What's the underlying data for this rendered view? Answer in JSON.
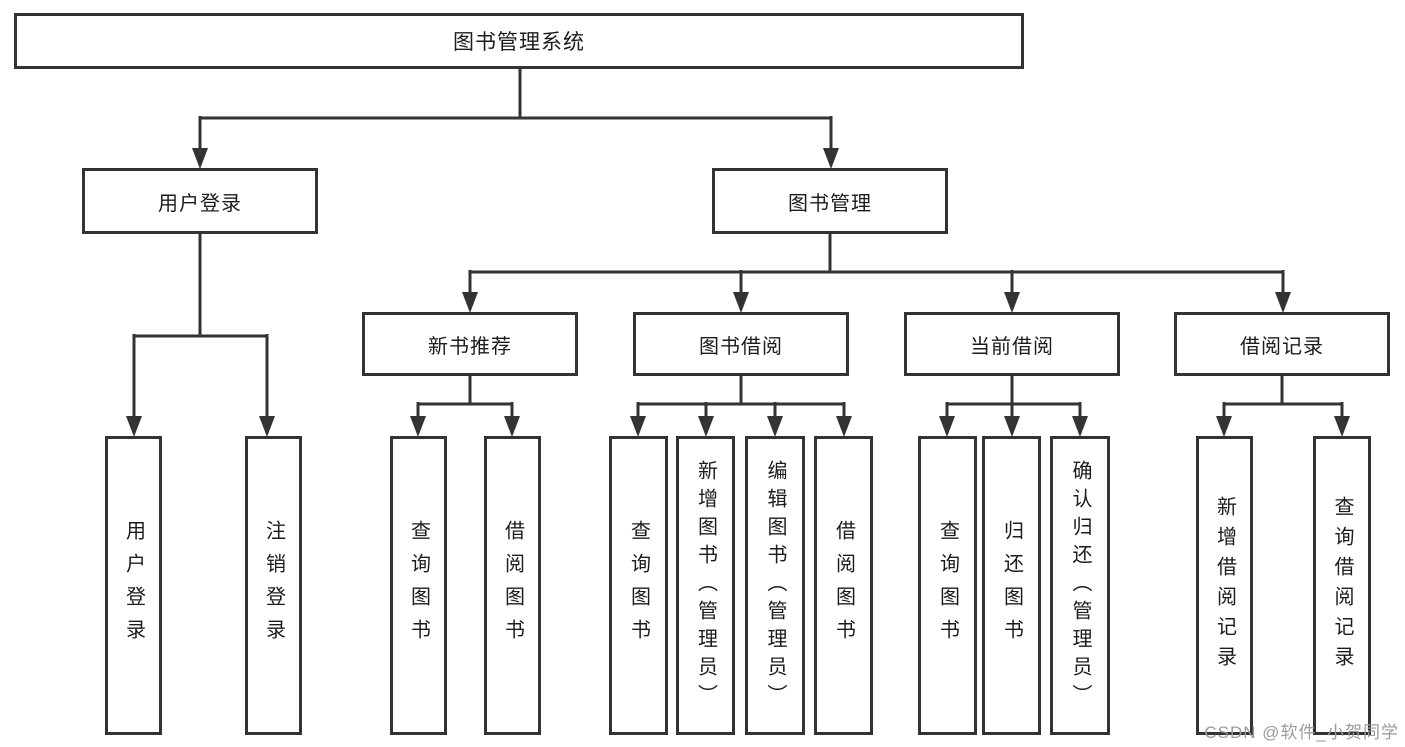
{
  "diagram_type": "tree",
  "root": {
    "label": "图书管理系统"
  },
  "branches": [
    {
      "label": "用户登录",
      "children": [
        {
          "label": "用户登录"
        },
        {
          "label": "注销登录"
        }
      ]
    },
    {
      "label": "图书管理",
      "children": [
        {
          "label": "新书推荐",
          "children": [
            {
              "label": "查询图书"
            },
            {
              "label": "借阅图书"
            }
          ]
        },
        {
          "label": "图书借阅",
          "children": [
            {
              "label": "查询图书"
            },
            {
              "label": "新增图书（管理员）"
            },
            {
              "label": "编辑图书（管理员）"
            },
            {
              "label": "借阅图书"
            }
          ]
        },
        {
          "label": "当前借阅",
          "children": [
            {
              "label": "查询图书"
            },
            {
              "label": "归还图书"
            },
            {
              "label": "确认归还（管理员）"
            }
          ]
        },
        {
          "label": "借阅记录",
          "children": [
            {
              "label": "新增借阅记录"
            },
            {
              "label": "查询借阅记录"
            }
          ]
        }
      ]
    }
  ],
  "watermark": "CSDN @软件_小贺同学",
  "colors": {
    "line": "#333333",
    "box_border": "#333333",
    "text": "#1c1c1c",
    "watermark": "#9b9b9b",
    "background": "#ffffff"
  }
}
